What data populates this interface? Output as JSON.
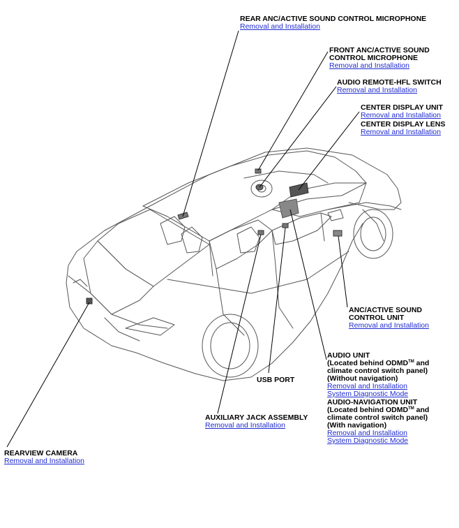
{
  "link_color": "#1f2bd0",
  "components": {
    "rear_anc_mic": {
      "title": "REAR ANC/ACTIVE SOUND CONTROL MICROPHONE",
      "link1": "Removal and Installation"
    },
    "front_anc_mic": {
      "title_line1": "FRONT ANC/ACTIVE SOUND",
      "title_line2": "CONTROL MICROPHONE",
      "link1": "Removal and Installation"
    },
    "audio_remote_switch": {
      "title": "AUDIO REMOTE-HFL SWITCH",
      "link1": "Removal and Installation"
    },
    "center_display_unit": {
      "title": "CENTER DISPLAY UNIT",
      "link1": "Removal and Installation"
    },
    "center_display_lens": {
      "title": "CENTER DISPLAY LENS",
      "link1": "Removal and Installation"
    },
    "anc_control_unit": {
      "title_line1": "ANC/ACTIVE SOUND",
      "title_line2": "CONTROL UNIT",
      "link1": "Removal and Installation"
    },
    "usb_port": {
      "title": "USB PORT"
    },
    "audio_unit": {
      "title_line1": "AUDIO UNIT",
      "title_line2a": "(Located behind ODMD",
      "title_line2b": " and",
      "title_line3": "climate control switch panel)",
      "title_line4": "(Without navigation)",
      "link1": "Removal and Installation",
      "link2": "System Diagnostic Mode"
    },
    "audio_nav_unit": {
      "title_line1a": "AUDIO-NAVIGATION UNIT",
      "title_line2a": "(Located behind ODMD",
      "title_line2b": " and",
      "title_line3": "climate control switch panel)",
      "title_line4": "(With navigation)",
      "link1": "Removal and Installation",
      "link2": "System Diagnostic Mode"
    },
    "aux_jack": {
      "title": "AUXILIARY JACK ASSEMBLY",
      "link1": "Removal and Installation"
    },
    "rearview_camera": {
      "title": "REARVIEW CAMERA",
      "link1": "Removal and Installation"
    }
  },
  "tm_mark": "TM"
}
